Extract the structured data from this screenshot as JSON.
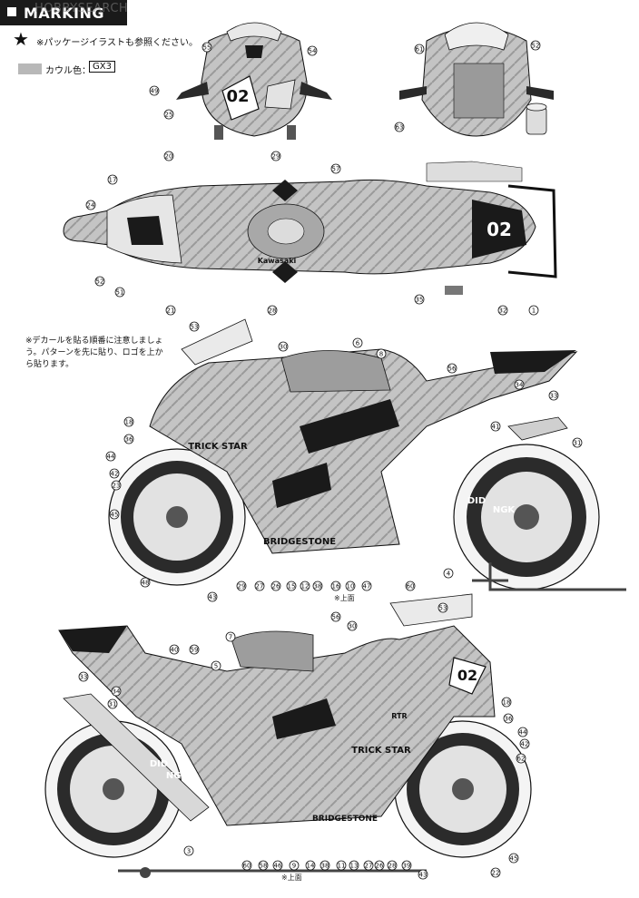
{
  "header": {
    "title": "MARKING",
    "watermark": "HOBBYSEARCH"
  },
  "notes": {
    "star_note": "※パッケージイラストも参照ください。",
    "cowl_color_label": "カウル色：",
    "cowl_color_code": "GX3",
    "decal_note": "※デカールを貼る順番に注意しましょう。パターンを先に貼り、ロゴを上から貼ります。",
    "underside_label_1": "※上面",
    "underside_label_2": "※上面"
  },
  "colors": {
    "cowl": "#b8b8b8",
    "dark": "#1a1a1a",
    "mid": "#6d6d6d",
    "light": "#d9d9d9"
  },
  "decals": {
    "race_number": "02",
    "sponsor_1": "TRICK STAR",
    "sponsor_2": "BRIDGESTONE",
    "sponsor_3": "NGK",
    "sponsor_4": "DID",
    "sponsor_5": "Kawasaki",
    "sponsor_6": "RTR"
  },
  "callouts": {
    "front_view": [
      "55",
      "54",
      "49",
      "25"
    ],
    "rear_view": [
      "61",
      "52",
      "63"
    ],
    "top_view": [
      "17",
      "20",
      "29",
      "57",
      "24",
      "52",
      "51",
      "21",
      "28",
      "35",
      "32",
      "1"
    ],
    "right_side": [
      "53",
      "30",
      "6",
      "8",
      "56",
      "33",
      "34",
      "18",
      "36",
      "44",
      "42",
      "23",
      "45",
      "48",
      "41",
      "31",
      "29",
      "27",
      "26",
      "15",
      "12",
      "38",
      "16",
      "10",
      "47",
      "60",
      "4",
      "43"
    ],
    "left_side": [
      "56",
      "30",
      "53",
      "7",
      "40",
      "59",
      "5",
      "33",
      "34",
      "31",
      "18",
      "36",
      "44",
      "42",
      "62",
      "3",
      "60",
      "58",
      "46",
      "9",
      "14",
      "38",
      "11",
      "13",
      "27",
      "26",
      "28",
      "39",
      "43",
      "22",
      "45"
    ]
  }
}
